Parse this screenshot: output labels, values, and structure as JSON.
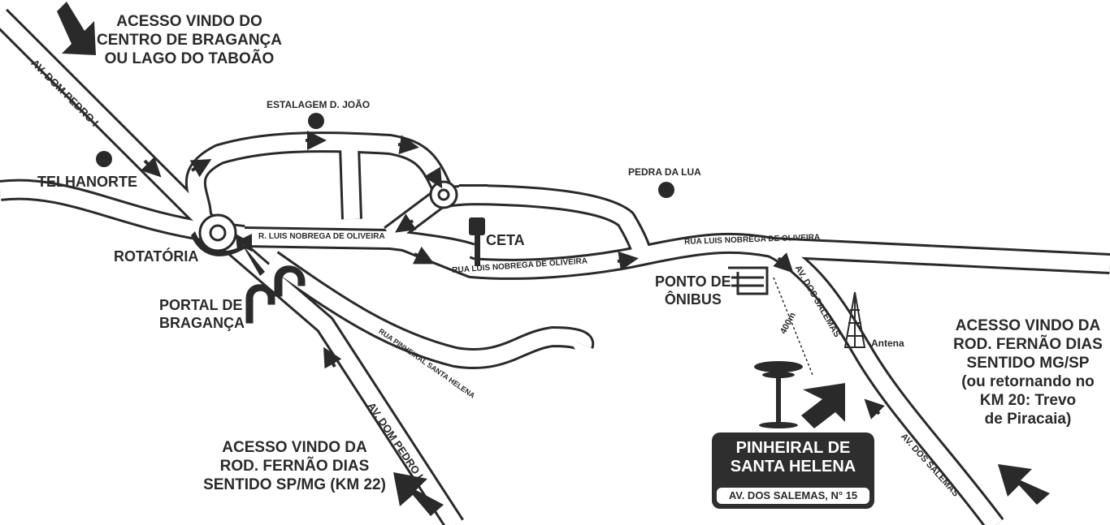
{
  "access": {
    "north": [
      "ACESSO VINDO DO",
      "CENTRO DE BRAGANÇA",
      "OU LAGO DO TABOÃO"
    ],
    "south": [
      "ACESSO VINDO DA",
      "ROD. FERNÃO DIAS",
      "SENTIDO SP/MG (KM 22)"
    ],
    "east": [
      "ACESSO VINDO DA",
      "ROD. FERNÃO DIAS",
      "SENTIDO MG/SP",
      "(ou retornando no",
      "KM 20: Trevo",
      "de Piracaia)"
    ]
  },
  "landmarks": {
    "telhanorte": "TELHANORTE",
    "estalagem": "ESTALAGEM D. JOÃO",
    "pedra": "PEDRA DA LUA",
    "ceta": "CETA",
    "rotatoria": "ROTATÓRIA",
    "portal": [
      "PORTAL DE",
      "BRAGANÇA"
    ],
    "ponto": [
      "PONTO DE",
      "ÔNIBUS"
    ],
    "antena": "Antena",
    "distance": "400m"
  },
  "roads": {
    "dom_pedro_top": "AV. DOM PEDRO I",
    "dom_pedro_bottom": "AV. DOM PEDRO I",
    "r_luis_short": "R. LUIS NOBREGA DE OLIVEIRA",
    "rua_luis_mid": "RUA LUIS NOBREGA DE OLIVEIRA",
    "rua_luis_right": "RUA LUIS NOBREGA DE OLIVEIRA",
    "pinheiral": "RUA PINHEIRAL SANTA HELENA",
    "salemas_top": "AV. DOS SALEMAS",
    "salemas_bottom": "AV. DOS SALEMAS"
  },
  "destination": {
    "title": [
      "PINHEIRAL DE",
      "SANTA HELENA"
    ],
    "address": "AV. DOS SALEMAS, N° 15"
  },
  "colors": {
    "ink": "#2a2a2a",
    "road_fill": "#ffffff",
    "box": "#2e2e2e"
  }
}
